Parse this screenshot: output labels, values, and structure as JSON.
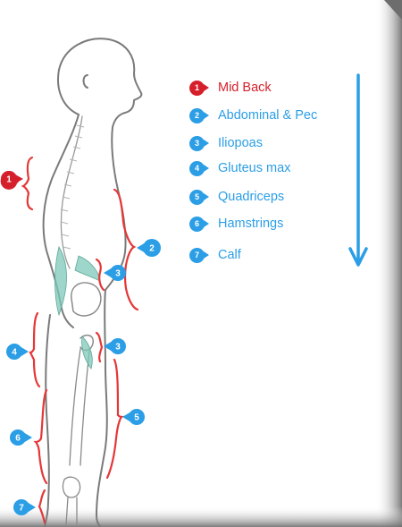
{
  "colors": {
    "accent_red": "#d5202c",
    "accent_blue": "#2b9ee6",
    "bracket_red": "#e53737",
    "outline": "#7a7a7a",
    "muscle": "#7fc8b9"
  },
  "legend": {
    "items": [
      {
        "number": "1",
        "label": "Mid Back",
        "color": "#d5202c"
      },
      {
        "number": "2",
        "label": "Abdominal & Pec",
        "color": "#2b9ee6"
      },
      {
        "number": "3",
        "label": "Iliopoas",
        "color": "#2b9ee6"
      },
      {
        "number": "4",
        "label": "Gluteus max",
        "color": "#2b9ee6"
      },
      {
        "number": "5",
        "label": "Quadriceps",
        "color": "#2b9ee6"
      },
      {
        "number": "6",
        "label": "Hamstrings",
        "color": "#2b9ee6"
      },
      {
        "number": "7",
        "label": "Calf",
        "color": "#2b9ee6"
      }
    ]
  },
  "markers": {
    "mid_back": "1",
    "abdominal_pec": "2",
    "iliopsoas_upper": "3",
    "iliopsoas_lower": "3",
    "gluteus_max": "4",
    "quadriceps": "5",
    "hamstrings": "6",
    "calf": "7"
  },
  "arrow_icon": "down-arrow-icon"
}
